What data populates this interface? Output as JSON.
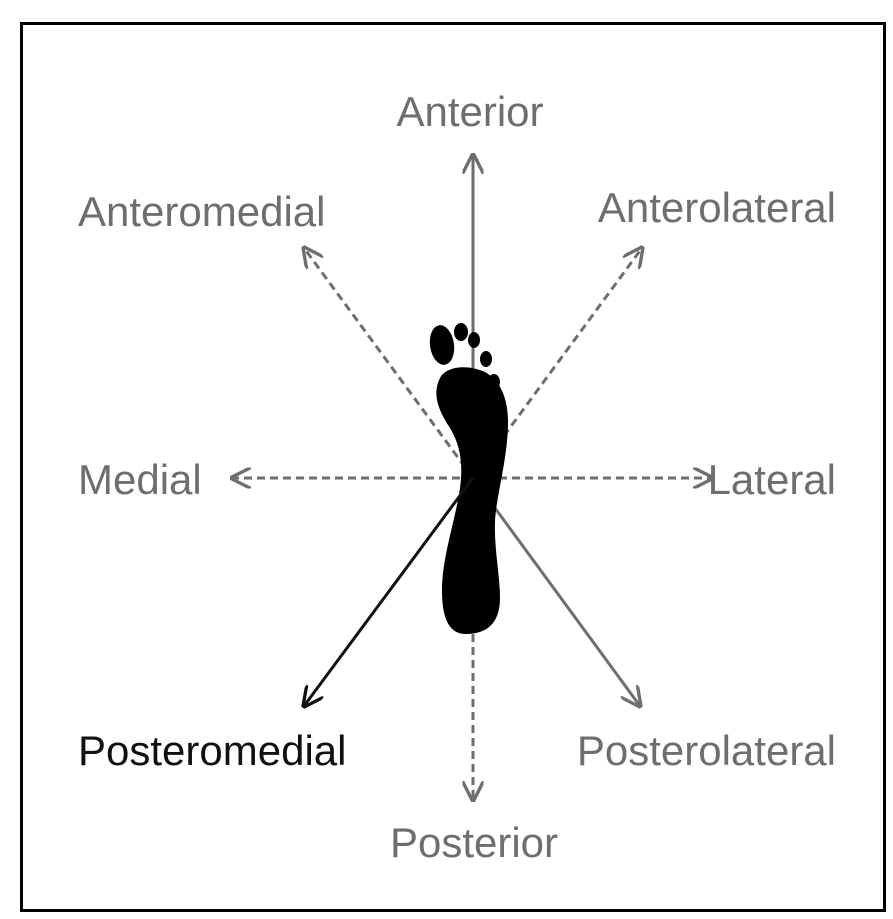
{
  "directions": {
    "anterior": "Anterior",
    "anteromedial": "Anteromedial",
    "anterolateral": "Anterolateral",
    "medial": "Medial",
    "lateral": "Lateral",
    "posteromedial": "Posteromedial",
    "posterolateral": "Posterolateral",
    "posterior": "Posterior"
  },
  "colors": {
    "frame": "#000000",
    "gray_label": "#6e6e6e",
    "gray_arrow": "#6e6e6e",
    "highlight_label": "#111111",
    "highlight_arrow": "#111111",
    "foot": "#000000"
  },
  "icons": {
    "center": "footprint-icon"
  }
}
